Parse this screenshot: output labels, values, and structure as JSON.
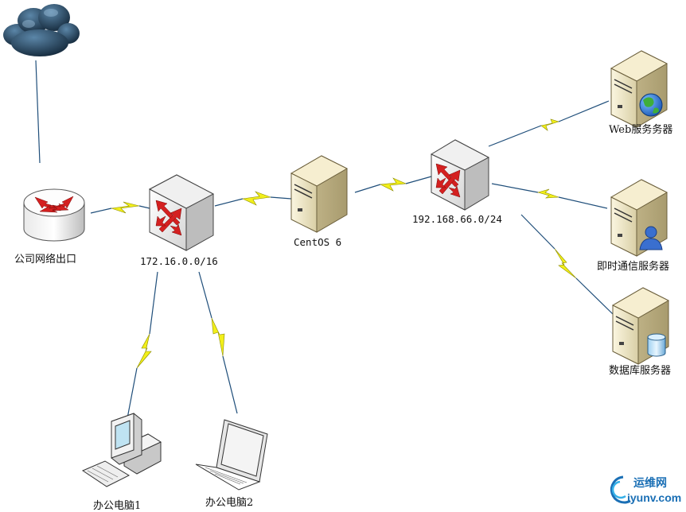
{
  "nodes": {
    "router": {
      "label": "公司网络出口"
    },
    "switch_office": {
      "label": "172.16.0.0/16"
    },
    "centos": {
      "label": "CentOS 6"
    },
    "switch_server": {
      "label": "192.168.66.0/24"
    },
    "web": {
      "label": "Web服务务器"
    },
    "im": {
      "label": "即时通信服务器"
    },
    "db": {
      "label": "数据库服务器"
    },
    "pc1": {
      "label": "办公电脑1"
    },
    "pc2": {
      "label": "办公电脑2"
    }
  },
  "watermark": {
    "cn": "运维网",
    "en": "iyunv.com"
  },
  "colors": {
    "link": "#1f4e7a",
    "bolt": "#f2ef1a",
    "bolt_stroke": "#8a8a00",
    "switch_arrow": "#d42020",
    "cloud": "#1e3a52"
  }
}
